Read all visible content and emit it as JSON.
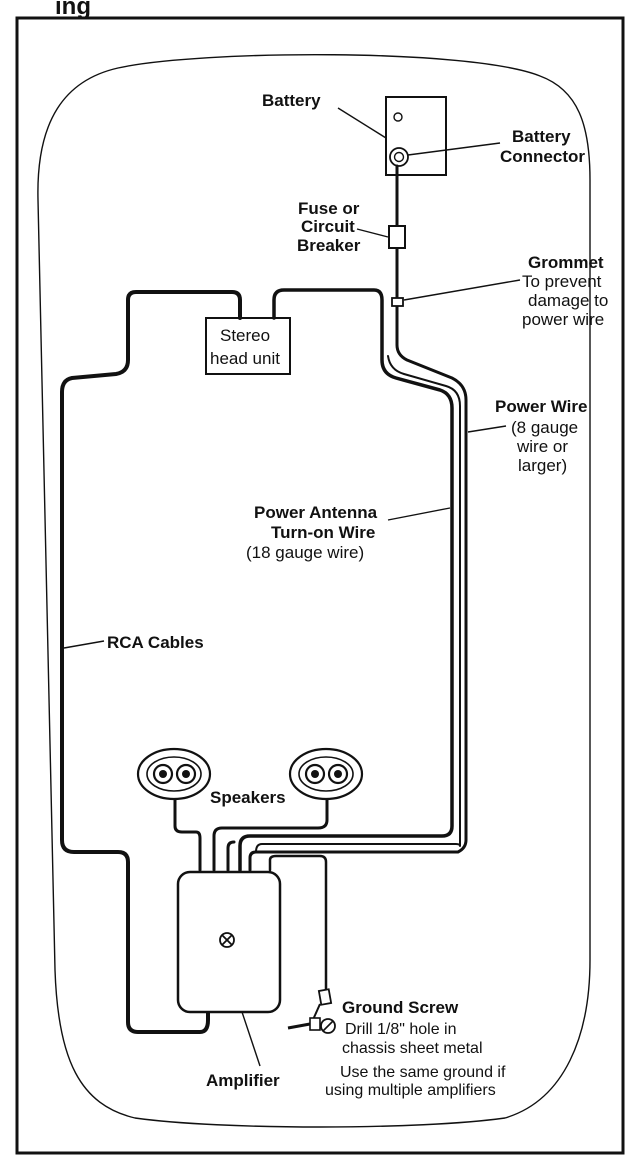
{
  "title_fragment": "ing",
  "labels": {
    "battery": "Battery",
    "battery_connector": [
      "Battery",
      "Connector"
    ],
    "fuse": [
      "Fuse or",
      "Circuit",
      "Breaker"
    ],
    "grommet_title": "Grommet",
    "grommet_desc": [
      "To prevent",
      "damage to",
      "power wire"
    ],
    "head_unit": [
      "Stereo",
      "head unit"
    ],
    "power_wire_title": "Power Wire",
    "power_wire_desc": [
      "(8 gauge",
      "wire or",
      "larger)"
    ],
    "antenna_title": [
      "Power Antenna",
      "Turn-on Wire"
    ],
    "antenna_desc": "(18 gauge wire)",
    "rca": "RCA Cables",
    "speakers": "Speakers",
    "ground_title": "Ground Screw",
    "ground_desc": [
      "Drill 1/8\" hole in",
      "chassis sheet metal"
    ],
    "ground_note": [
      "Use the same ground if",
      "using multiple amplifiers"
    ],
    "amplifier": "Amplifier"
  },
  "colors": {
    "ink": "#111111",
    "background": "#ffffff"
  }
}
